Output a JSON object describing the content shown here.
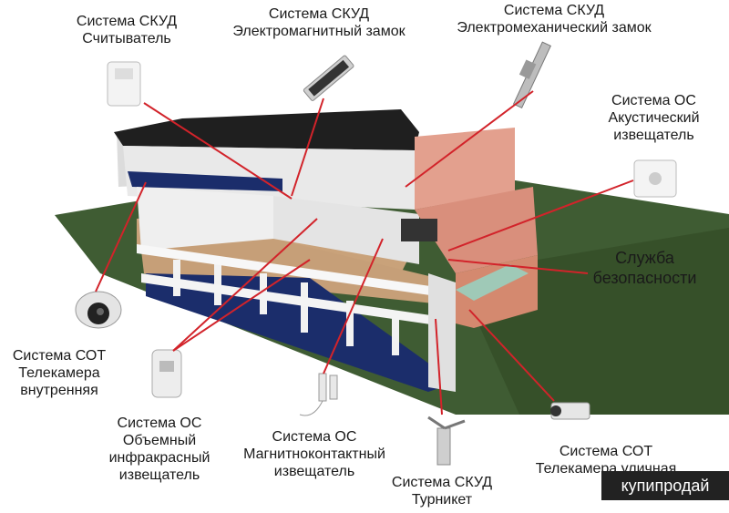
{
  "labels": {
    "reader": [
      "Система СКУД",
      "Считыватель"
    ],
    "em_lock": [
      "Система СКУД",
      "Электромагнитный замок"
    ],
    "mech_lock": [
      "Система СКУД",
      "Электромеханический замок"
    ],
    "acoustic": [
      "Система ОС",
      "Акустический",
      "извещатель"
    ],
    "security": [
      "Служба",
      "безопасности"
    ],
    "indoor_cam": [
      "Система СОТ",
      "Телекамера",
      "внутренняя"
    ],
    "ir_detector": [
      "Система ОС",
      "Объемный",
      "инфракрасный",
      "извещатель"
    ],
    "magnet_contact": [
      "Система ОС",
      "Магнитноконтактный",
      "извещатель"
    ],
    "turnstile": [
      "Система СКУД",
      "Турникет"
    ],
    "outdoor_cam": [
      "Система СОТ",
      "Телекамера уличная"
    ]
  },
  "watermark": "купипродай",
  "colors": {
    "line": "#d2232a",
    "grass": "#3d5a32",
    "wall": "#e8e8e8",
    "floor_wood": "#c9a27a",
    "floor_blue": "#1b2d6b",
    "brick": "#e3a08e",
    "roof": "#1e1e1e"
  }
}
